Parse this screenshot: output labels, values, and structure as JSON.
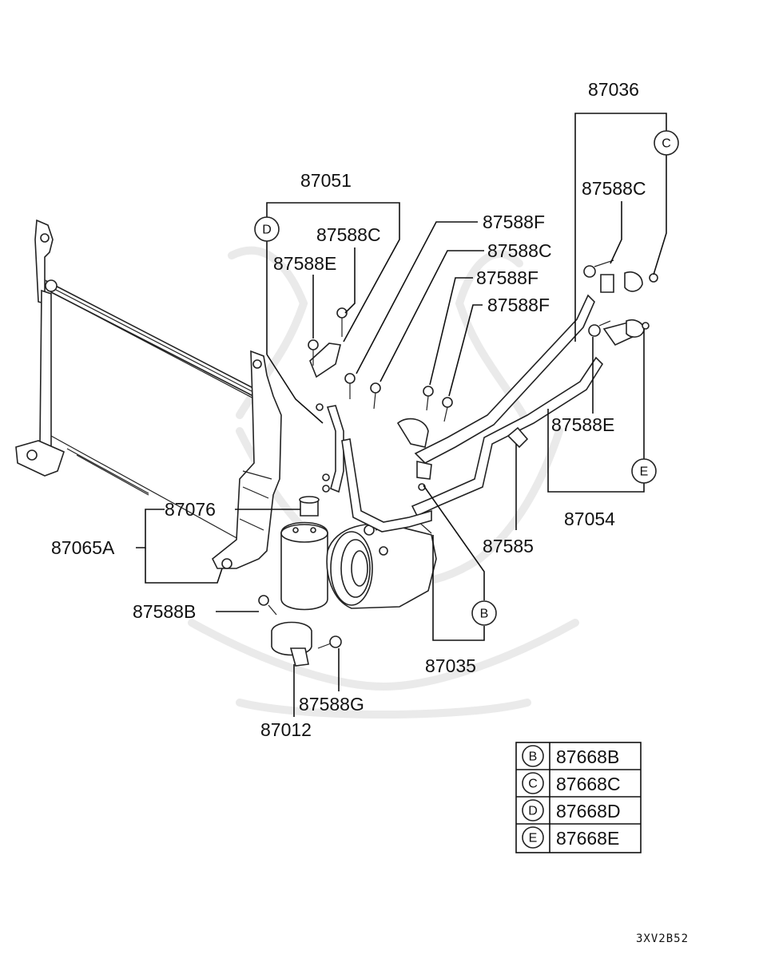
{
  "labels": {
    "p87036": "87036",
    "p87051": "87051",
    "p87588C_top": "87588C",
    "p87588C_d": "87588C",
    "p87588E_d": "87588E",
    "p87588F_1": "87588F",
    "p87588C_2": "87588C",
    "p87588F_2": "87588F",
    "p87588F_3": "87588F",
    "p87588E_r": "87588E",
    "p87054": "87054",
    "p87076": "87076",
    "p87065A": "87065A",
    "p87585": "87585",
    "p87588B": "87588B",
    "p87035": "87035",
    "p87588G": "87588G",
    "p87012": "87012"
  },
  "circles": {
    "B": "B",
    "C": "C",
    "D": "D",
    "E": "E"
  },
  "legend": [
    {
      "key": "B",
      "part": "87668B"
    },
    {
      "key": "C",
      "part": "87668C"
    },
    {
      "key": "D",
      "part": "87668D"
    },
    {
      "key": "E",
      "part": "87668E"
    }
  ],
  "diagram_code": "3XV2B52"
}
